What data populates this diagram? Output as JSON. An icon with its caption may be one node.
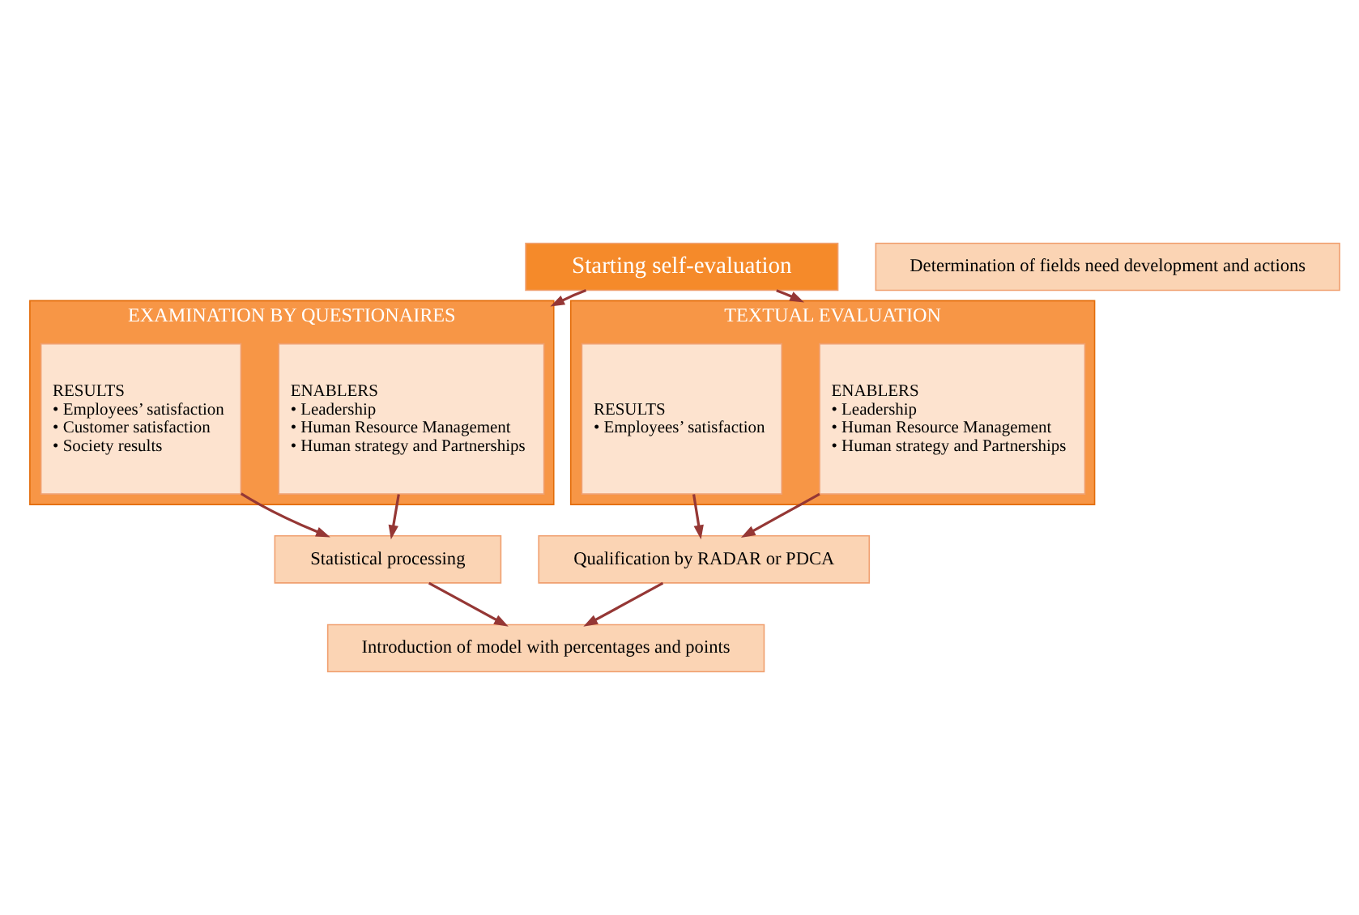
{
  "diagram": {
    "nodes": [
      {
        "text": [
          "Starting self-evaluation"
        ]
      },
      {
        "text": [
          "EXAMINATION BY QUESTIONAIRES"
        ]
      },
      {
        "text": [
          "ENABLERS",
          "• Leadership",
          "• Human Resource Management",
          "• Human strategy and Partnerships"
        ],
        "in": 1
      },
      {
        "text": [
          "RESULTS",
          "• Employees’ satisfaction",
          "• Customer satisfaction",
          "• Society results"
        ],
        "in": 1
      },
      {
        "text": [
          "TEXTUAL EVALUATION"
        ]
      },
      {
        "text": [
          "ENABLERS",
          "• Leadership",
          "• Human Resource Management",
          "• Human strategy and Partnerships"
        ],
        "in": 4
      },
      {
        "text": [
          "RESULTS",
          "• Employees’ satisfaction"
        ],
        "in": 4
      },
      {
        "text": [
          "Statistical processing"
        ]
      },
      {
        "text": [
          "Qualification by RADAR or PDCA"
        ]
      },
      {
        "text": [
          "Introduction of model with percentages and points"
        ]
      },
      {
        "text": [
          "Determination of fields need development and actions"
        ]
      }
    ],
    "edges": [
      {
        "from": 0,
        "to": 1,
        "arrow": "to"
      },
      {
        "from": 0,
        "to": 4,
        "arrow": "to"
      },
      {
        "from": 2,
        "to": 7,
        "arrow": "to"
      },
      {
        "from": 3,
        "to": 7,
        "arrow": "to"
      },
      {
        "from": 5,
        "to": 8,
        "arrow": "to"
      },
      {
        "from": 6,
        "to": 8,
        "arrow": "to"
      },
      {
        "from": 7,
        "to": 9,
        "arrow": "to"
      },
      {
        "from": 8,
        "to": 9,
        "arrow": "to"
      }
    ]
  }
}
